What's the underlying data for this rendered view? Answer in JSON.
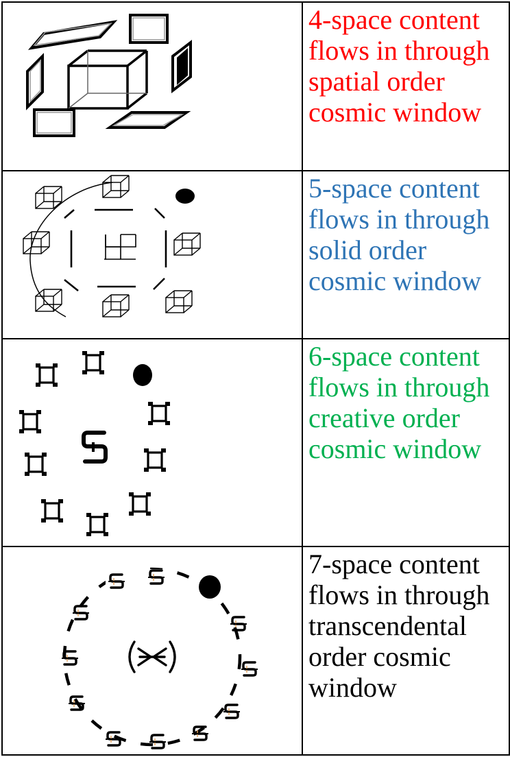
{
  "rows": [
    {
      "text": "4-space content flows in through spatial order cosmic window",
      "color": "#ff0000",
      "figure": "spatial-order-window-diagram"
    },
    {
      "text": "5-space content flows in through solid order cosmic window",
      "color": "#2e74b5",
      "figure": "solid-order-window-diagram"
    },
    {
      "text": "6-space content flows in through creative order cosmic window",
      "color": "#00b050",
      "figure": "creative-order-window-diagram"
    },
    {
      "text": "7-space content flows in through transcendental order cosmic window",
      "color": "#000000",
      "figure": "transcendental-order-window-diagram"
    }
  ]
}
